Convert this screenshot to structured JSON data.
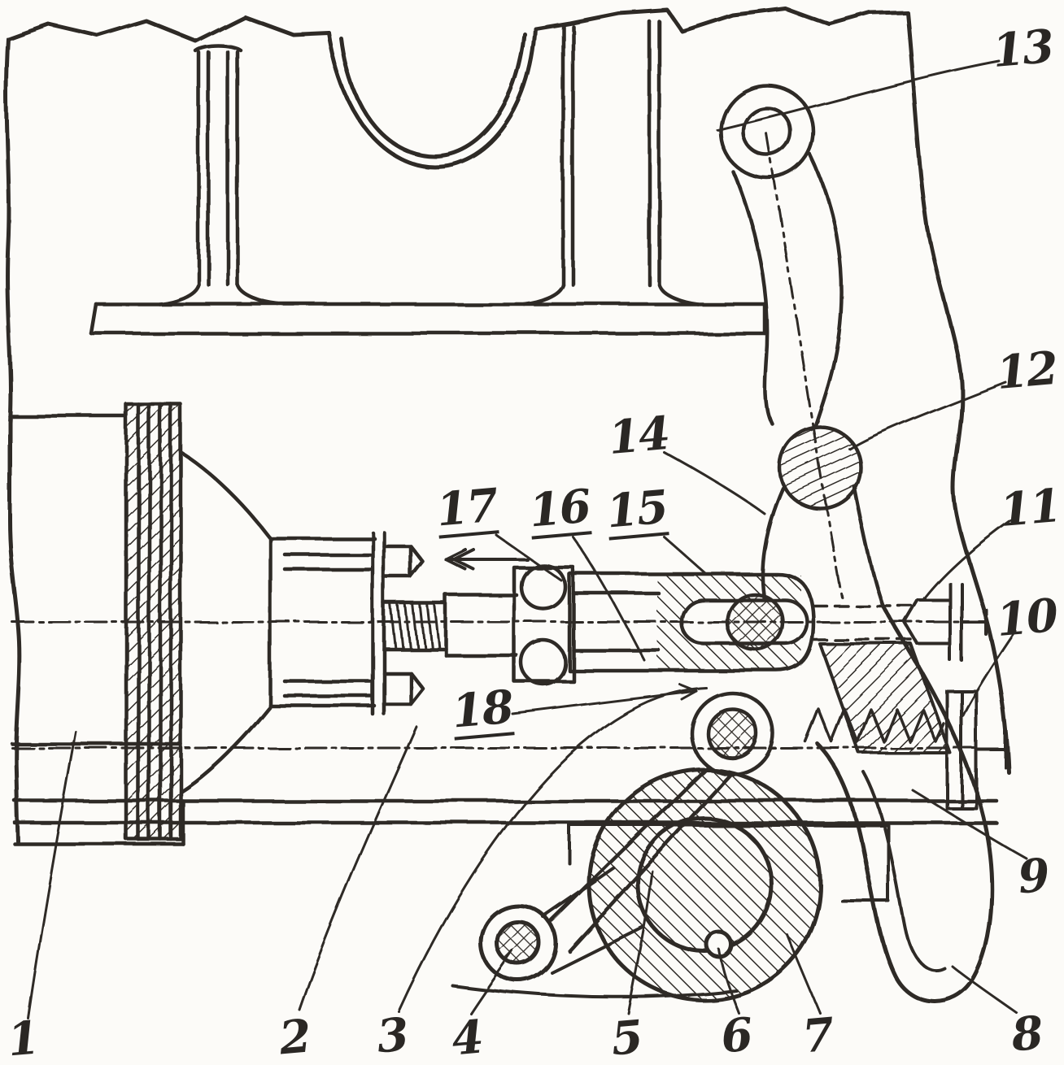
{
  "figure": {
    "kind": "hand-drawn mechanical cross-section with numbered callouts",
    "ink_color": "#2e2a26",
    "paper_color": "#fcfbf8",
    "motion_arrow_direction": "left",
    "labels": [
      {
        "id": "1",
        "text": "1"
      },
      {
        "id": "2",
        "text": "2"
      },
      {
        "id": "3",
        "text": "3"
      },
      {
        "id": "4",
        "text": "4"
      },
      {
        "id": "5",
        "text": "5"
      },
      {
        "id": "6",
        "text": "6"
      },
      {
        "id": "7",
        "text": "7"
      },
      {
        "id": "8",
        "text": "8"
      },
      {
        "id": "9",
        "text": "9"
      },
      {
        "id": "10",
        "text": "10"
      },
      {
        "id": "11",
        "text": "11"
      },
      {
        "id": "12",
        "text": "12"
      },
      {
        "id": "13",
        "text": "13"
      },
      {
        "id": "14",
        "text": "14"
      },
      {
        "id": "15",
        "text": "15"
      },
      {
        "id": "16",
        "text": "16"
      },
      {
        "id": "17",
        "text": "17"
      },
      {
        "id": "18",
        "text": "18"
      }
    ]
  }
}
